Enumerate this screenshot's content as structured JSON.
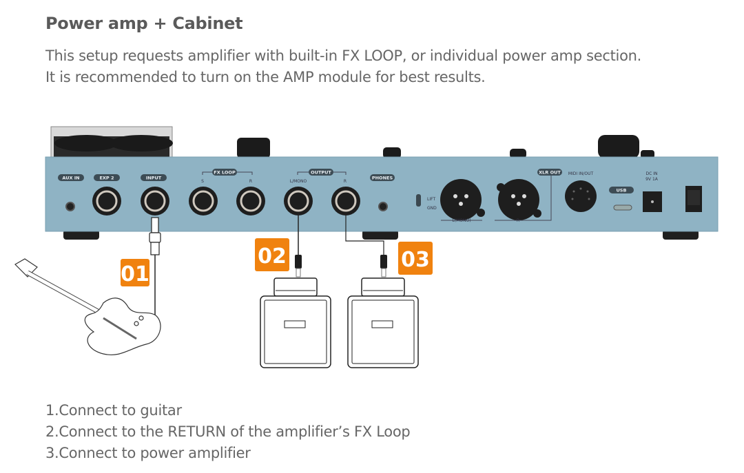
{
  "header": {
    "title": "Power amp + Cabinet",
    "description_lines": [
      "This setup requests amplifier with built-in FX LOOP, or individual power amp section.",
      "It is recommended to turn on the AMP module for best results."
    ]
  },
  "device": {
    "body_color": "#8fb3c4",
    "jacks": {
      "aux_in": "AUX IN",
      "exp2": "EXP 2",
      "input": "INPUT",
      "fx_loop": "FX LOOP",
      "fx_send": "S",
      "fx_return": "R",
      "output": "OUTPUT",
      "output_l": "L/MONO",
      "output_r": "R",
      "phones": "PHONES",
      "lift": "LIFT",
      "gnd": "GND",
      "xlr_out": "XLR OUT",
      "xlr_l": "L(MONO)",
      "xlr_r": "R",
      "midi": "MIDI IN/OUT",
      "usb": "USB",
      "dc_in": "DC IN",
      "dc_spec": "9V 1A"
    }
  },
  "badges": {
    "color": "#f0820f",
    "items": [
      "01",
      "02",
      "03"
    ]
  },
  "steps": [
    "1.Connect to guitar",
    "2.Connect to the RETURN of the amplifier’s FX Loop",
    "3.Connect to power amplifier"
  ]
}
